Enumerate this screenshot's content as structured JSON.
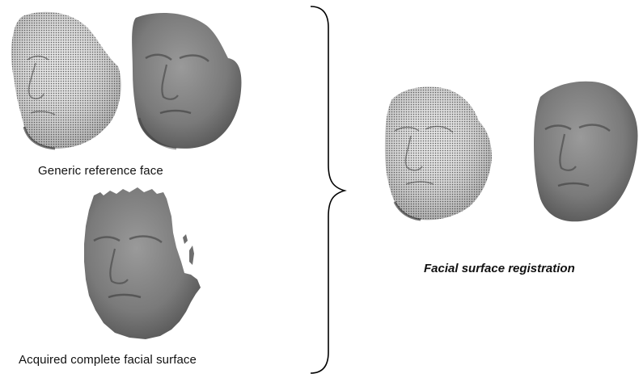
{
  "captions": {
    "reference": "Generic reference face",
    "acquired": "Acquired complete facial surface",
    "registration": "Facial surface registration"
  },
  "colors": {
    "shaded_surface": "#7d7d7d",
    "mesh_surface": "#dcdcdc",
    "mesh_lines": "#5a5a5a",
    "text": "#111111"
  }
}
